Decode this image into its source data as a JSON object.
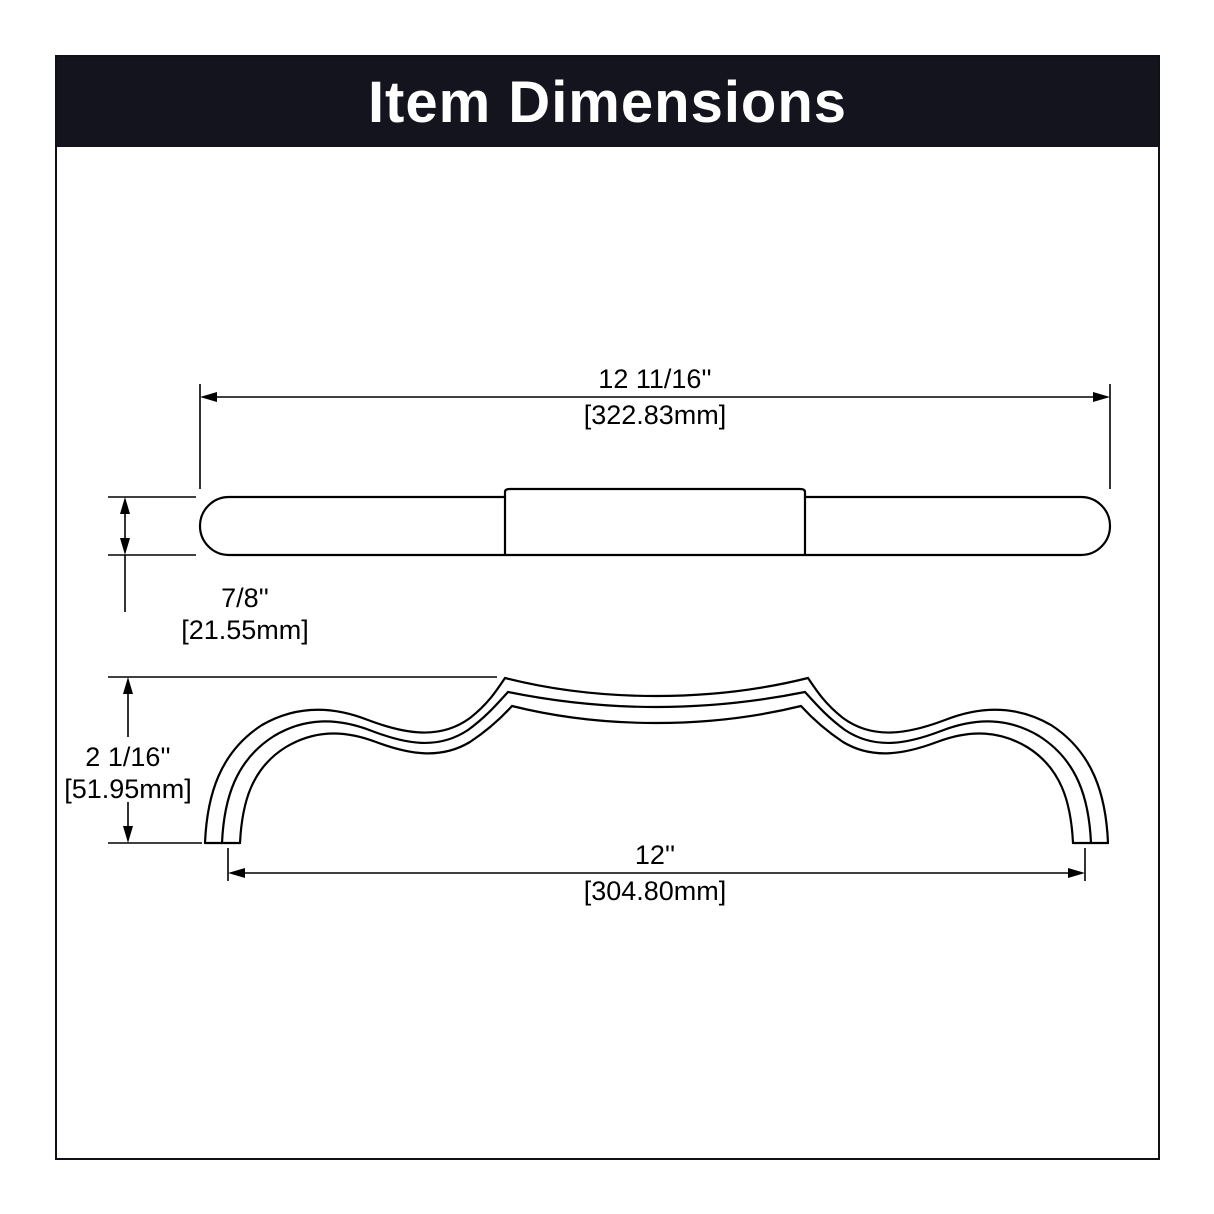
{
  "title": "Item Dimensions",
  "colors": {
    "header_bg": "#14141f",
    "line": "#000000",
    "background": "#ffffff"
  },
  "top_view": {
    "length_in": "12 11/16''",
    "length_mm": "[322.83mm]",
    "height_in": "7/8''",
    "height_mm": "[21.55mm]"
  },
  "side_view": {
    "height_in": "2 1/16''",
    "height_mm": "[51.95mm]",
    "width_in": "12''",
    "width_mm": "[304.80mm]"
  }
}
